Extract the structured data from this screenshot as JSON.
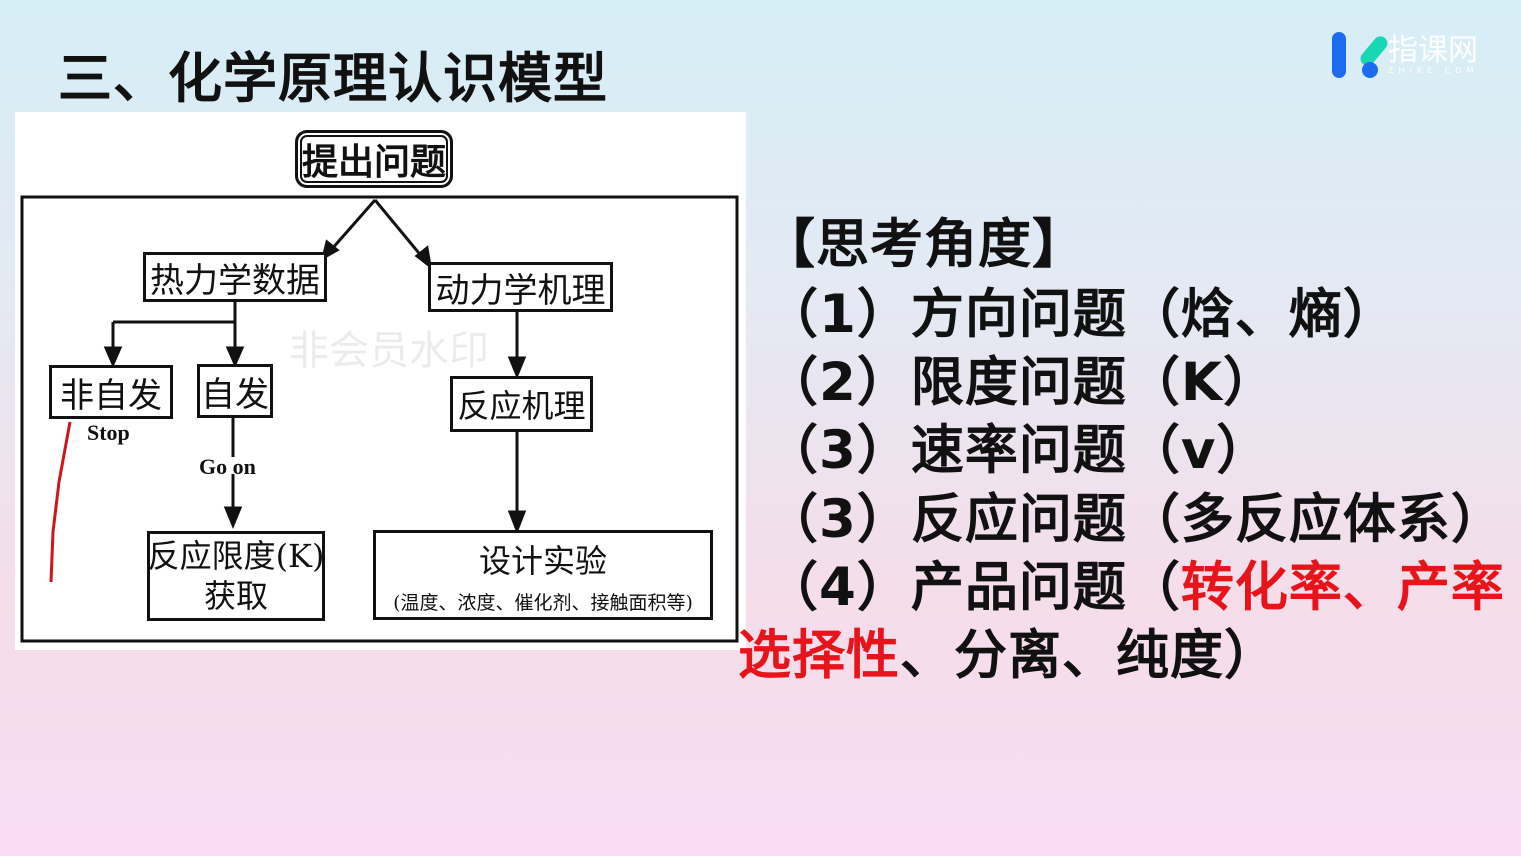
{
  "title": "三、化学原理认识模型",
  "logo": {
    "name": "指课网",
    "sub": "ZHIKE.COM"
  },
  "diagram": {
    "root": "提出问题",
    "thermo": "热力学数据",
    "kinetic": "动力学机理",
    "nonspont": "非自发",
    "spont": "自发",
    "stop": "Stop",
    "goon": "Go on",
    "limit_line1": "反应限度(K)",
    "limit_line2": "获取",
    "mechanism": "反应机理",
    "design": "设计实验",
    "design_sub": "(温度、浓度、催化剂、接触面积等)",
    "watermark": "非会员水印"
  },
  "angles": {
    "heading": "【思考角度】",
    "items": [
      "（1）方向问题（焓、熵）",
      "（2）限度问题（K）",
      "（3）速率问题（v）",
      "（3）反应问题（多反应体系）"
    ],
    "item5_black": "（4）产品问题（",
    "item5_red": "转化率、产率",
    "item6_red": "选择性",
    "item6_black": "、分离、纯度）"
  }
}
